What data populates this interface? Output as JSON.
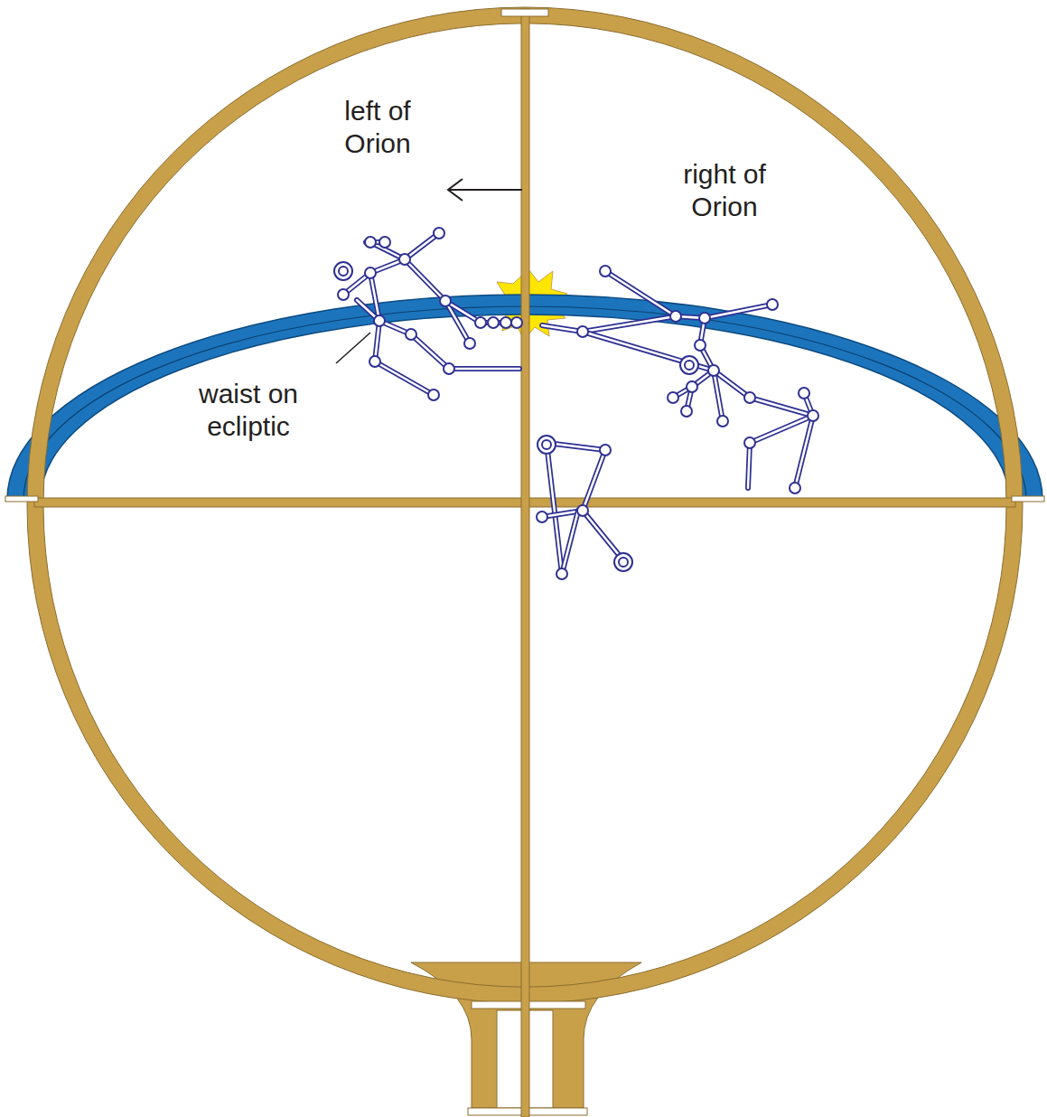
{
  "diagram": {
    "labels": [
      "left of Orion",
      "right of Orion",
      "waist on ecliptic"
    ]
  }
}
